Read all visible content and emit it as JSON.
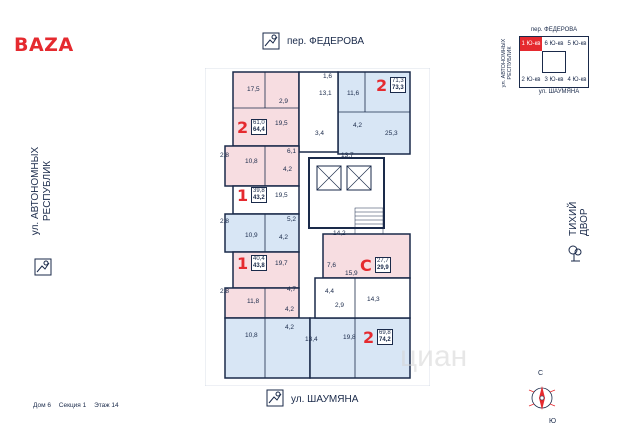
{
  "brand": "BAZA",
  "streets": {
    "top": "пер. ФЕДЕРОВА",
    "bottom": "ул. ШАУМЯНА",
    "left_line1": "ул. АВТОНОМНЫХ",
    "left_line2": "РЕСПУБЛИК",
    "right": "ТИХИЙ ДВОР"
  },
  "legend": {
    "top": "пер. ФЕДЕРОВА",
    "bottom": "ул. ШАУМЯНА",
    "side": "ул. АВТОНОМНЫХ РЕСПУБЛИК",
    "cells": [
      {
        "num": "1",
        "label": "1 Ю-кв"
      },
      {
        "num": "6",
        "label": "6 Ю-кв"
      },
      {
        "num": "5",
        "label": "5 Ю-кв"
      },
      {
        "num": "2",
        "label": "2 Ю-кв"
      },
      {
        "num": "3",
        "label": "3 Ю-кв"
      },
      {
        "num": "4",
        "label": "4 Ю-кв"
      }
    ]
  },
  "footer": {
    "house": "Дом 6",
    "section": "Секция 1",
    "floor": "Этаж 14"
  },
  "apartments": [
    {
      "rooms": "2",
      "area": "61,0",
      "total": "64,4"
    },
    {
      "rooms": "2",
      "area": "71,3",
      "total": "73,3"
    },
    {
      "rooms": "1",
      "area": "39,8",
      "total": "43,2"
    },
    {
      "rooms": "1",
      "area": "40,4",
      "total": "43,8"
    },
    {
      "rooms": "C",
      "area": "27,7",
      "total": "29,9"
    },
    {
      "rooms": "2",
      "area": "69,8",
      "total": "74,2"
    }
  ],
  "room_labels": {
    "r1": "17,5",
    "r2": "2,9",
    "r3": "19,5",
    "r4": "1,6",
    "r5": "13,1",
    "r6": "11,6",
    "r7": "3,4",
    "r8": "25,3",
    "r9": "4,2",
    "r10": "13,7",
    "r11": "6,1",
    "r12": "2,8",
    "r13": "10,8",
    "r14": "4,2",
    "r15": "19,5",
    "r16": "2,8",
    "r17": "5,2",
    "r18": "10,9",
    "r19": "4,2",
    "r20": "14,2",
    "r21": "19,7",
    "r22": "7,6",
    "r23": "15,9",
    "r24": "4,4",
    "r25": "2,8",
    "r26": "4,7",
    "r27": "11,8",
    "r28": "14,3",
    "r29": "4,2",
    "r30": "2,9",
    "r31": "4,2",
    "r32": "10,8",
    "r33": "13,4",
    "r34": "19,8"
  },
  "compass": {
    "north": "С",
    "south": "Ю"
  },
  "watermark": "циан"
}
